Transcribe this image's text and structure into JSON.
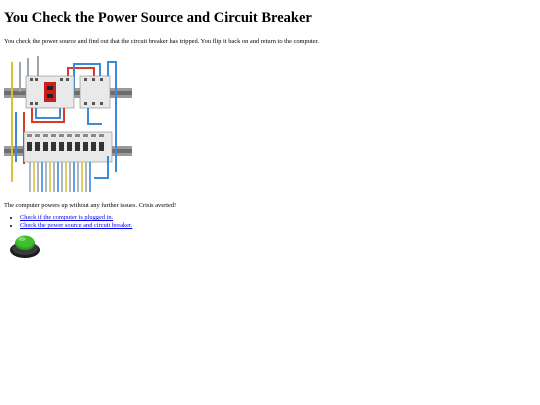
{
  "page": {
    "title": "You Check the Power Source and Circuit Breaker",
    "intro": "You check the power source and find out that the circuit breaker has tripped. You flip it back on and return to the computer.",
    "outcome": "The computer powers up without any further issues. Crisis averted!"
  },
  "choices": [
    {
      "label": "Check if the computer is plugged in."
    },
    {
      "label": "Check the power source and circuit breaker."
    }
  ],
  "illustration": {
    "icon": "circuit-breaker-panel-icon"
  },
  "start_button": {
    "icon": "green-push-button-icon",
    "color": "#3fbf2f",
    "label": ""
  },
  "colors": {
    "link": "#0000ee",
    "text": "#000000",
    "background": "#ffffff"
  }
}
